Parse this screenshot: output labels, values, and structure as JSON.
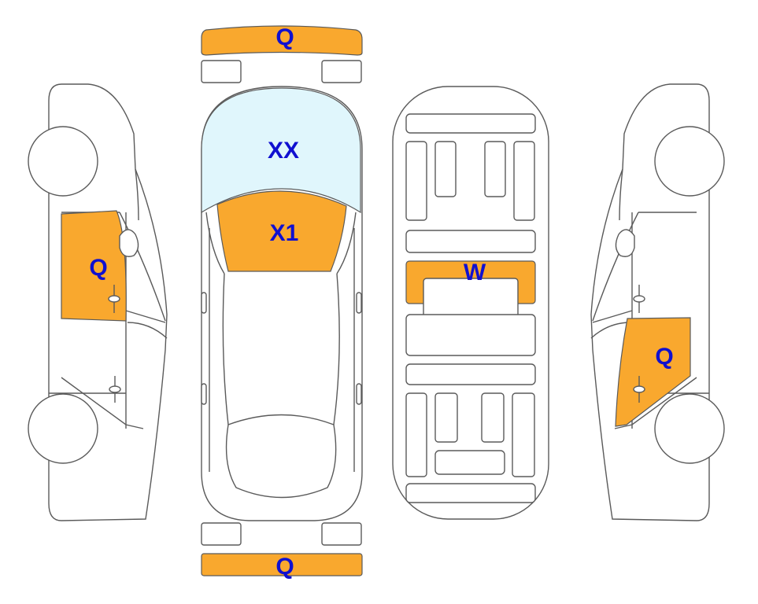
{
  "colors": {
    "damage": "#F9A82E",
    "glass_marked": "#E0F6FC",
    "outline": "#5a5a5a",
    "label": "#1010D0"
  },
  "codes": {
    "front_bumper": "Q",
    "windshield": "XX",
    "hood": "X1",
    "roof": "W",
    "left_front_door": "Q",
    "right_rear_door": "Q",
    "rear_bumper": "Q"
  }
}
